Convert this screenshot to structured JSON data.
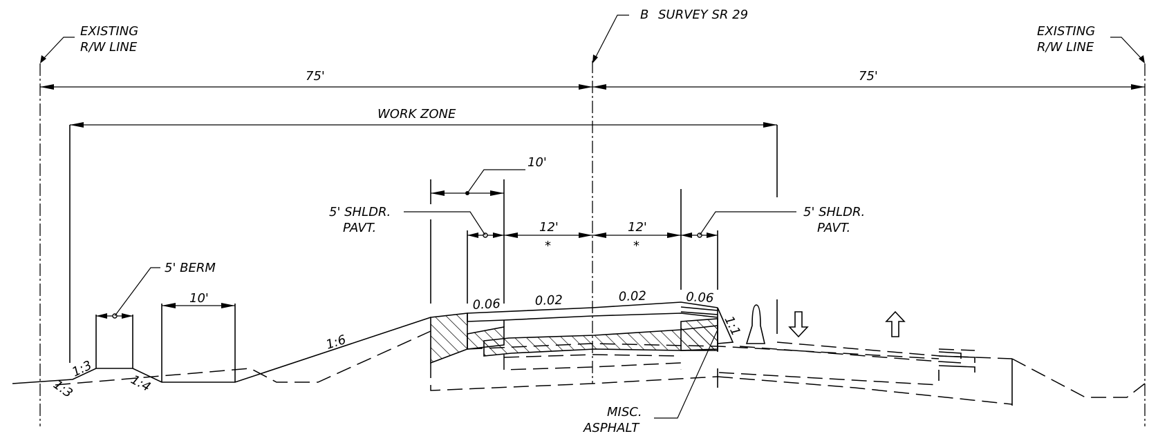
{
  "labels": {
    "rw_left_line1": "EXISTING",
    "rw_left_line2": "R/W LINE",
    "rw_right_line1": "EXISTING",
    "rw_right_line2": "R/W LINE",
    "centerline_prefix": "B",
    "centerline_text": "SURVEY SR 29",
    "dim_left_75": "75'",
    "dim_right_75": "75'",
    "work_zone": "WORK ZONE",
    "dim_10_top": "10'",
    "shldr_left_line1": "5' SHLDR.",
    "shldr_left_line2": "PAVT.",
    "shldr_right_line1": "5' SHLDR.",
    "shldr_right_line2": "PAVT.",
    "lane_left": "12'",
    "lane_right": "12'",
    "lane_left_note": "*",
    "lane_right_note": "*",
    "berm": "5' BERM",
    "dim_10_berm": "10'",
    "slope_shldr_left": "0.06",
    "slope_lane_left": "0.02",
    "slope_lane_right": "0.02",
    "slope_shldr_right": "0.06",
    "slope_1_6": "1:6",
    "slope_1_3_a": "1:3",
    "slope_1_3_b": "1:3",
    "slope_1_4": "1:4",
    "slope_1_1": "1:1",
    "misc_line1": "MISC.",
    "misc_line2": "ASPHALT"
  }
}
